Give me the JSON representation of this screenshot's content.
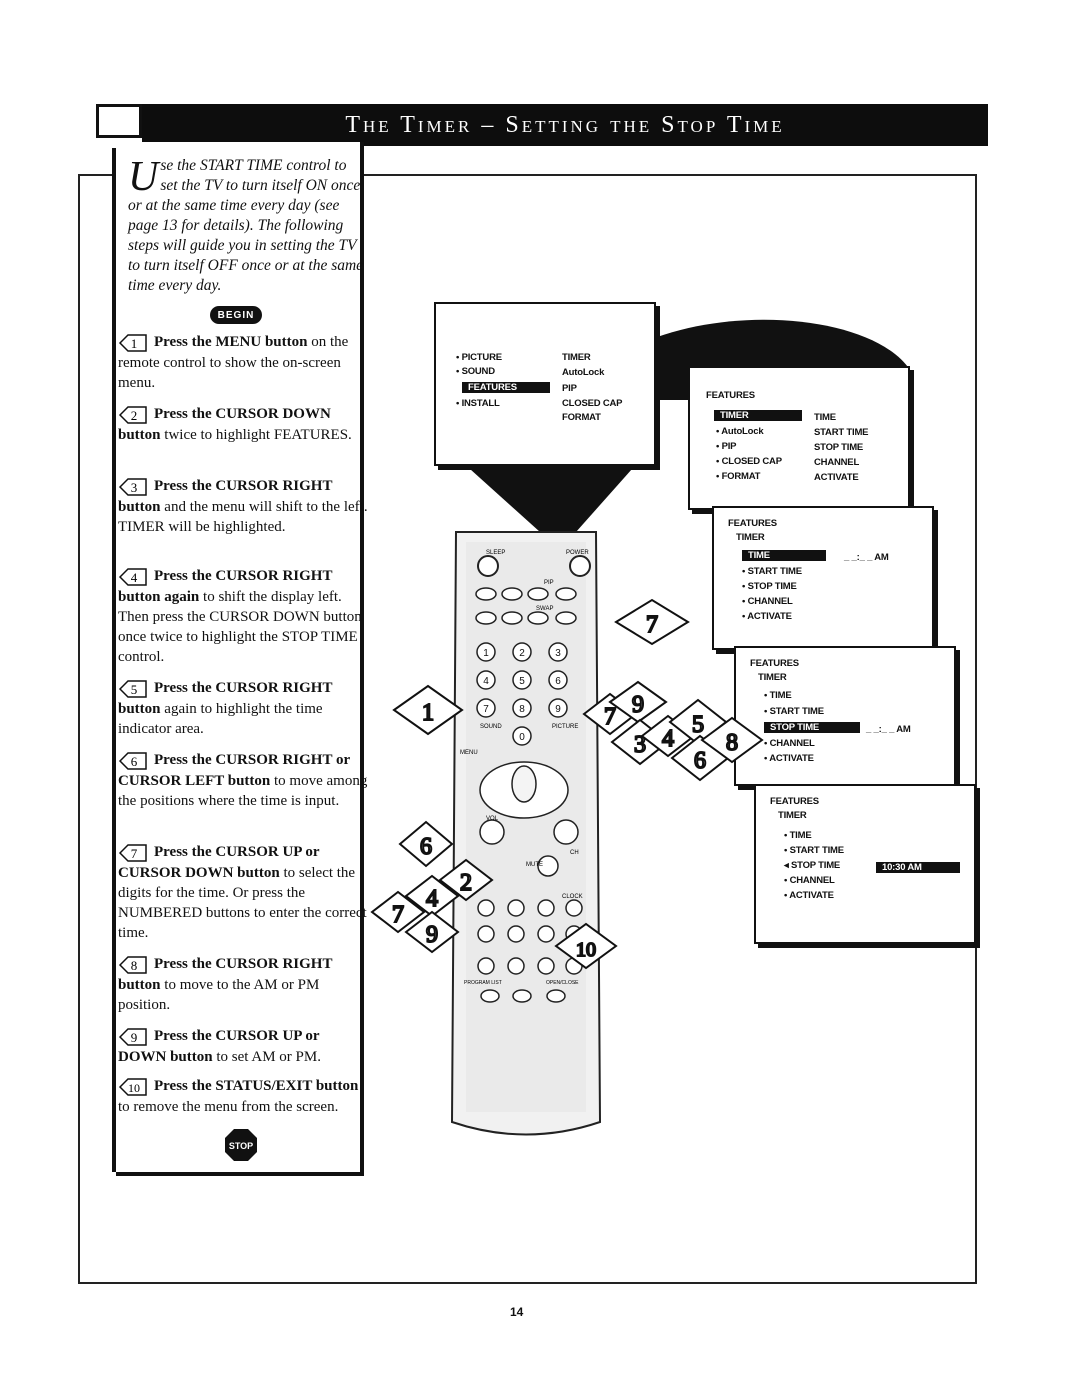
{
  "header": {
    "title": "The Timer – Setting the Stop Time"
  },
  "intro": {
    "dropcap": "U",
    "text": "se the START TIME control to set the TV to turn itself ON once or at the same time every day (see page 13 for details). The following steps will guide you in setting the TV to turn itself OFF once or at the same time every day."
  },
  "begin_label": "BEGIN",
  "steps": [
    {
      "num": "1",
      "bold": "Press the MENU button",
      "text": " on the remote control to show the on-screen menu."
    },
    {
      "num": "2",
      "bold": "Press the CURSOR DOWN button",
      "text": " twice to highlight FEATURES."
    },
    {
      "num": "3",
      "bold": "Press the CURSOR RIGHT button",
      "text": " and the menu will shift to the left. TIMER will be highlighted."
    },
    {
      "num": "4",
      "bold": "Press the CURSOR RIGHT button again",
      "text": " to shift the display left. Then press the CURSOR DOWN button once twice to highlight the STOP TIME control."
    },
    {
      "num": "5",
      "bold": "Press the CURSOR RIGHT button",
      "text": " again to highlight the time indicator area."
    },
    {
      "num": "6",
      "bold": "Press the CURSOR RIGHT or CURSOR LEFT button",
      "text": " to move among the positions where the time is input."
    },
    {
      "num": "7",
      "bold": "Press the CURSOR UP or CURSOR DOWN button",
      "text": " to select the digits for the time. Or press the NUMBERED buttons to enter the correct time."
    },
    {
      "num": "8",
      "bold": "Press the CURSOR RIGHT button",
      "text": " to move to the AM or PM position."
    },
    {
      "num": "9",
      "bold": "Press the CURSOR UP or DOWN button",
      "text": " to set AM or PM."
    },
    {
      "num": "10",
      "bold": "Press the STATUS/EXIT button",
      "text": " to remove the menu from the screen."
    }
  ],
  "stop_label": "STOP",
  "screens": {
    "s1": {
      "left": [
        "• PICTURE",
        "• SOUND",
        "FEATURES",
        "• INSTALL"
      ],
      "right": [
        "TIMER",
        "AutoLock",
        "PIP",
        "CLOSED CAP",
        "FORMAT"
      ]
    },
    "s2": {
      "title": "FEATURES",
      "left": [
        "TIMER",
        "• AutoLock",
        "• PIP",
        "• CLOSED CAP",
        "• FORMAT"
      ],
      "right": [
        "TIME",
        "START TIME",
        "STOP TIME",
        "CHANNEL",
        "ACTIVATE"
      ]
    },
    "s3": {
      "title": "FEATURES",
      "subtitle": "TIMER",
      "items": [
        "TIME",
        "• START TIME",
        "• STOP TIME",
        "• CHANNEL",
        "• ACTIVATE"
      ],
      "time": "_ _:_ _ AM"
    },
    "s4": {
      "title": "FEATURES",
      "subtitle": "TIMER",
      "items": [
        "• TIME",
        "• START TIME",
        "STOP TIME",
        "• CHANNEL",
        "• ACTIVATE"
      ],
      "time": "_ _:_ _ AM"
    },
    "s5": {
      "title": "FEATURES",
      "subtitle": "TIMER",
      "items": [
        "• TIME",
        "• START TIME",
        "◂ STOP TIME",
        "• CHANNEL",
        "• ACTIVATE"
      ],
      "time": "10:30 AM"
    }
  },
  "remote_labels": {
    "sleep": "SLEEP",
    "power": "POWER",
    "pip": "PIP",
    "swap": "SWAP",
    "menu": "MENU",
    "mute": "MUTE",
    "ch": "CH",
    "vol": "VOL",
    "sound": "SOUND",
    "picture": "PICTURE",
    "clock": "CLOCK",
    "program_list": "PROGRAM LIST",
    "open_close": "OPEN/CLOSE"
  },
  "callouts": [
    "7",
    "1",
    "7",
    "9",
    "3",
    "4",
    "5",
    "6",
    "8",
    "6",
    "2",
    "4",
    "7",
    "9",
    "10"
  ],
  "page_number": "14"
}
